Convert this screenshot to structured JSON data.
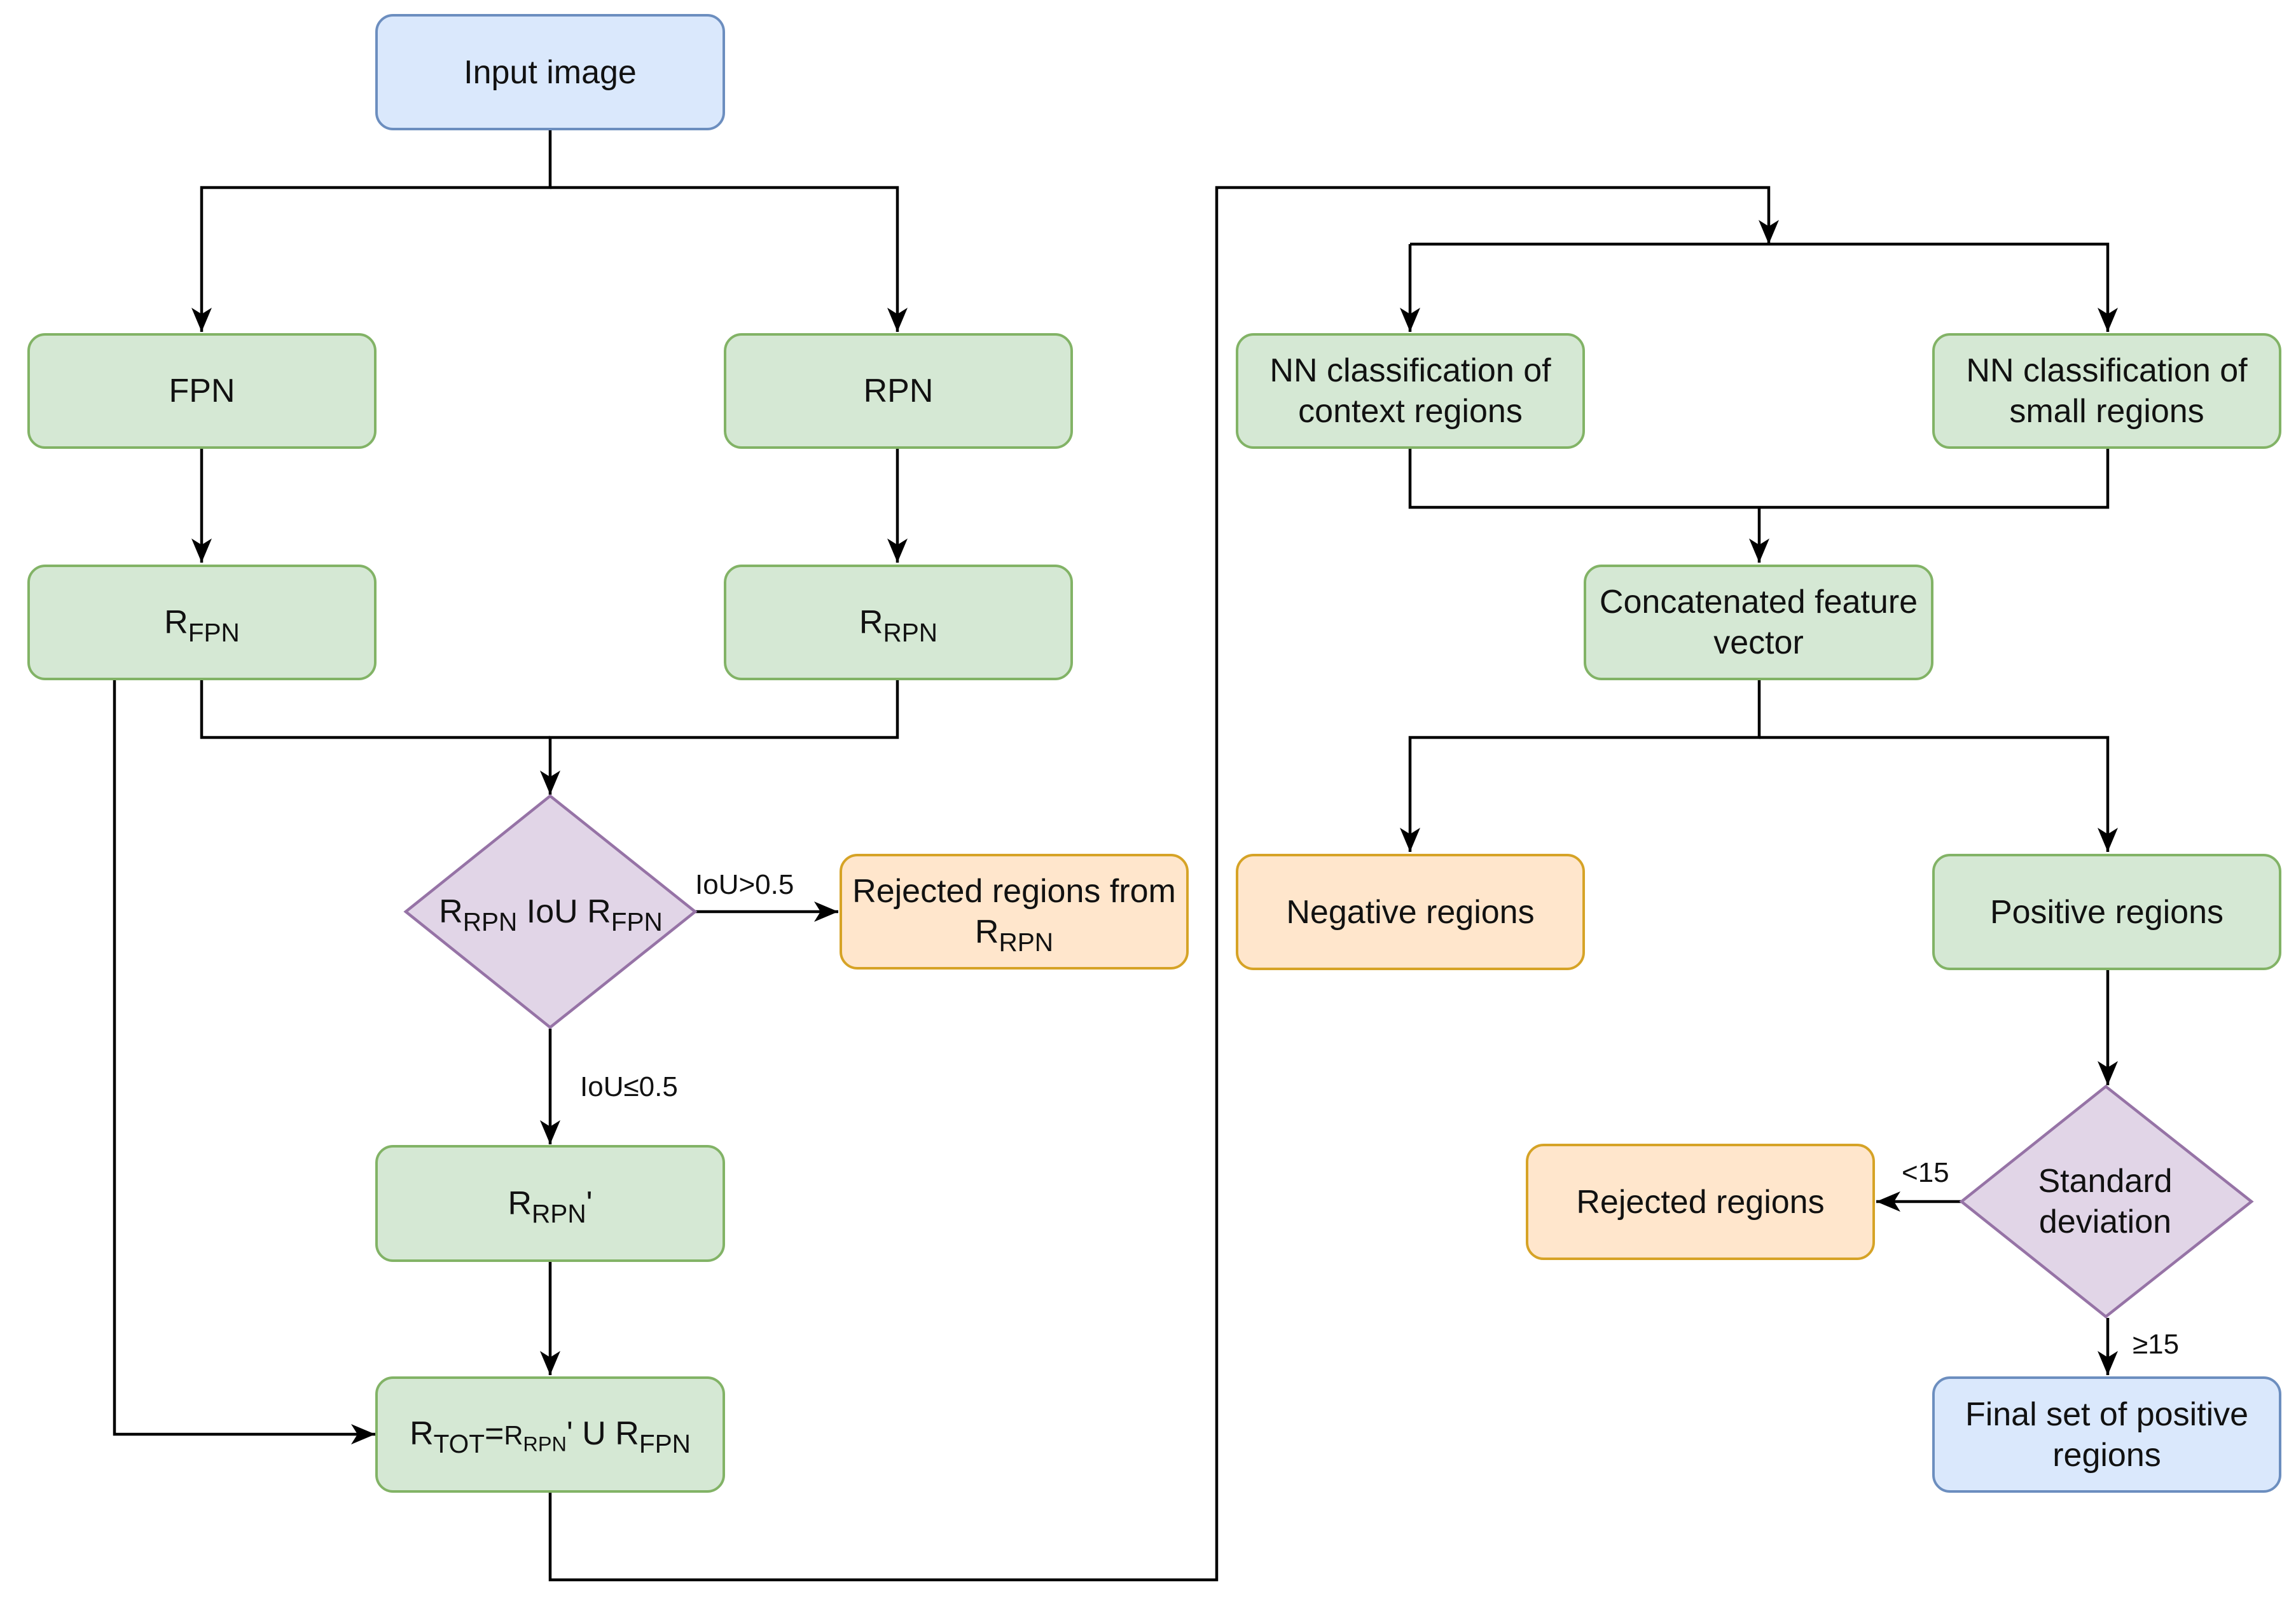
{
  "nodes": {
    "input_image": "Input image",
    "fpn": "FPN",
    "rpn": "RPN",
    "r_fpn": {
      "base": "R",
      "sub": "FPN"
    },
    "r_rpn": {
      "base": "R",
      "sub": "RPN"
    },
    "iou_decision": {
      "a_base": "R",
      "a_sub": "RPN",
      "mid": " IoU ",
      "b_base": "R",
      "b_sub": "FPN"
    },
    "rejected_from_rpn": {
      "line1": "Rejected regions from",
      "base": "R",
      "sub": "RPN"
    },
    "r_rpn_prime": {
      "base": "R",
      "sub": "RPN",
      "suffix": "'"
    },
    "r_tot": {
      "base": "R",
      "sub": "TOT",
      "eq": "=",
      "small_base": "R",
      "small_sub": "RPN",
      "mid": "' U ",
      "b_base": "R",
      "b_sub": "FPN"
    },
    "nn_context": {
      "line1": "NN classification of",
      "line2": "context regions"
    },
    "nn_small": {
      "line1": "NN classification of",
      "line2": "small regions"
    },
    "concat": {
      "line1": "Concatenated feature",
      "line2": "vector"
    },
    "negative": "Negative regions",
    "positive": "Positive regions",
    "std_decision": {
      "line1": "Standard",
      "line2": "deviation"
    },
    "rejected": "Rejected regions",
    "final": {
      "line1": "Final set of positive",
      "line2": "regions"
    }
  },
  "edge_labels": {
    "iou_gt": "IoU>0.5",
    "iou_le": "IoU≤0.5",
    "lt15": "<15",
    "ge15": "≥15"
  },
  "colors": {
    "process_fill": "#d5e8d4",
    "process_border": "#82b366",
    "terminal_fill": "#dae8fc",
    "terminal_border": "#6c8ebf",
    "reject_fill": "#ffe6cc",
    "reject_border": "#d6a326",
    "decision_fill": "#e1d5e7",
    "decision_border": "#9673a6",
    "edge": "#000000"
  }
}
